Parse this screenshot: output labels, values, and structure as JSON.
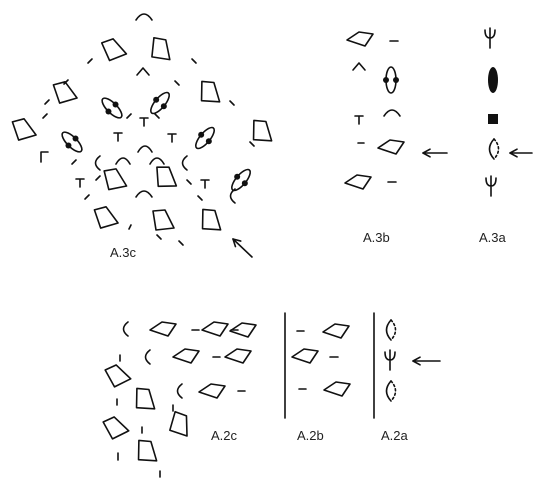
{
  "colors": {
    "ink": "#111111",
    "background": "#ffffff"
  },
  "labels": {
    "a3c": "A.3c",
    "a3b": "A.3b",
    "a3a": "A.3a",
    "a2c": "A.2c",
    "a2b": "A.2b",
    "a2a": "A.2a"
  },
  "symbols": [
    "petal",
    "short-dash",
    "small-arc",
    "caret",
    "t-stitch",
    "puff-with-dots",
    "ellipse-oval",
    "filled-oval",
    "filled-square",
    "split-ellipse",
    "stemmed-bud",
    "row-arrow"
  ]
}
